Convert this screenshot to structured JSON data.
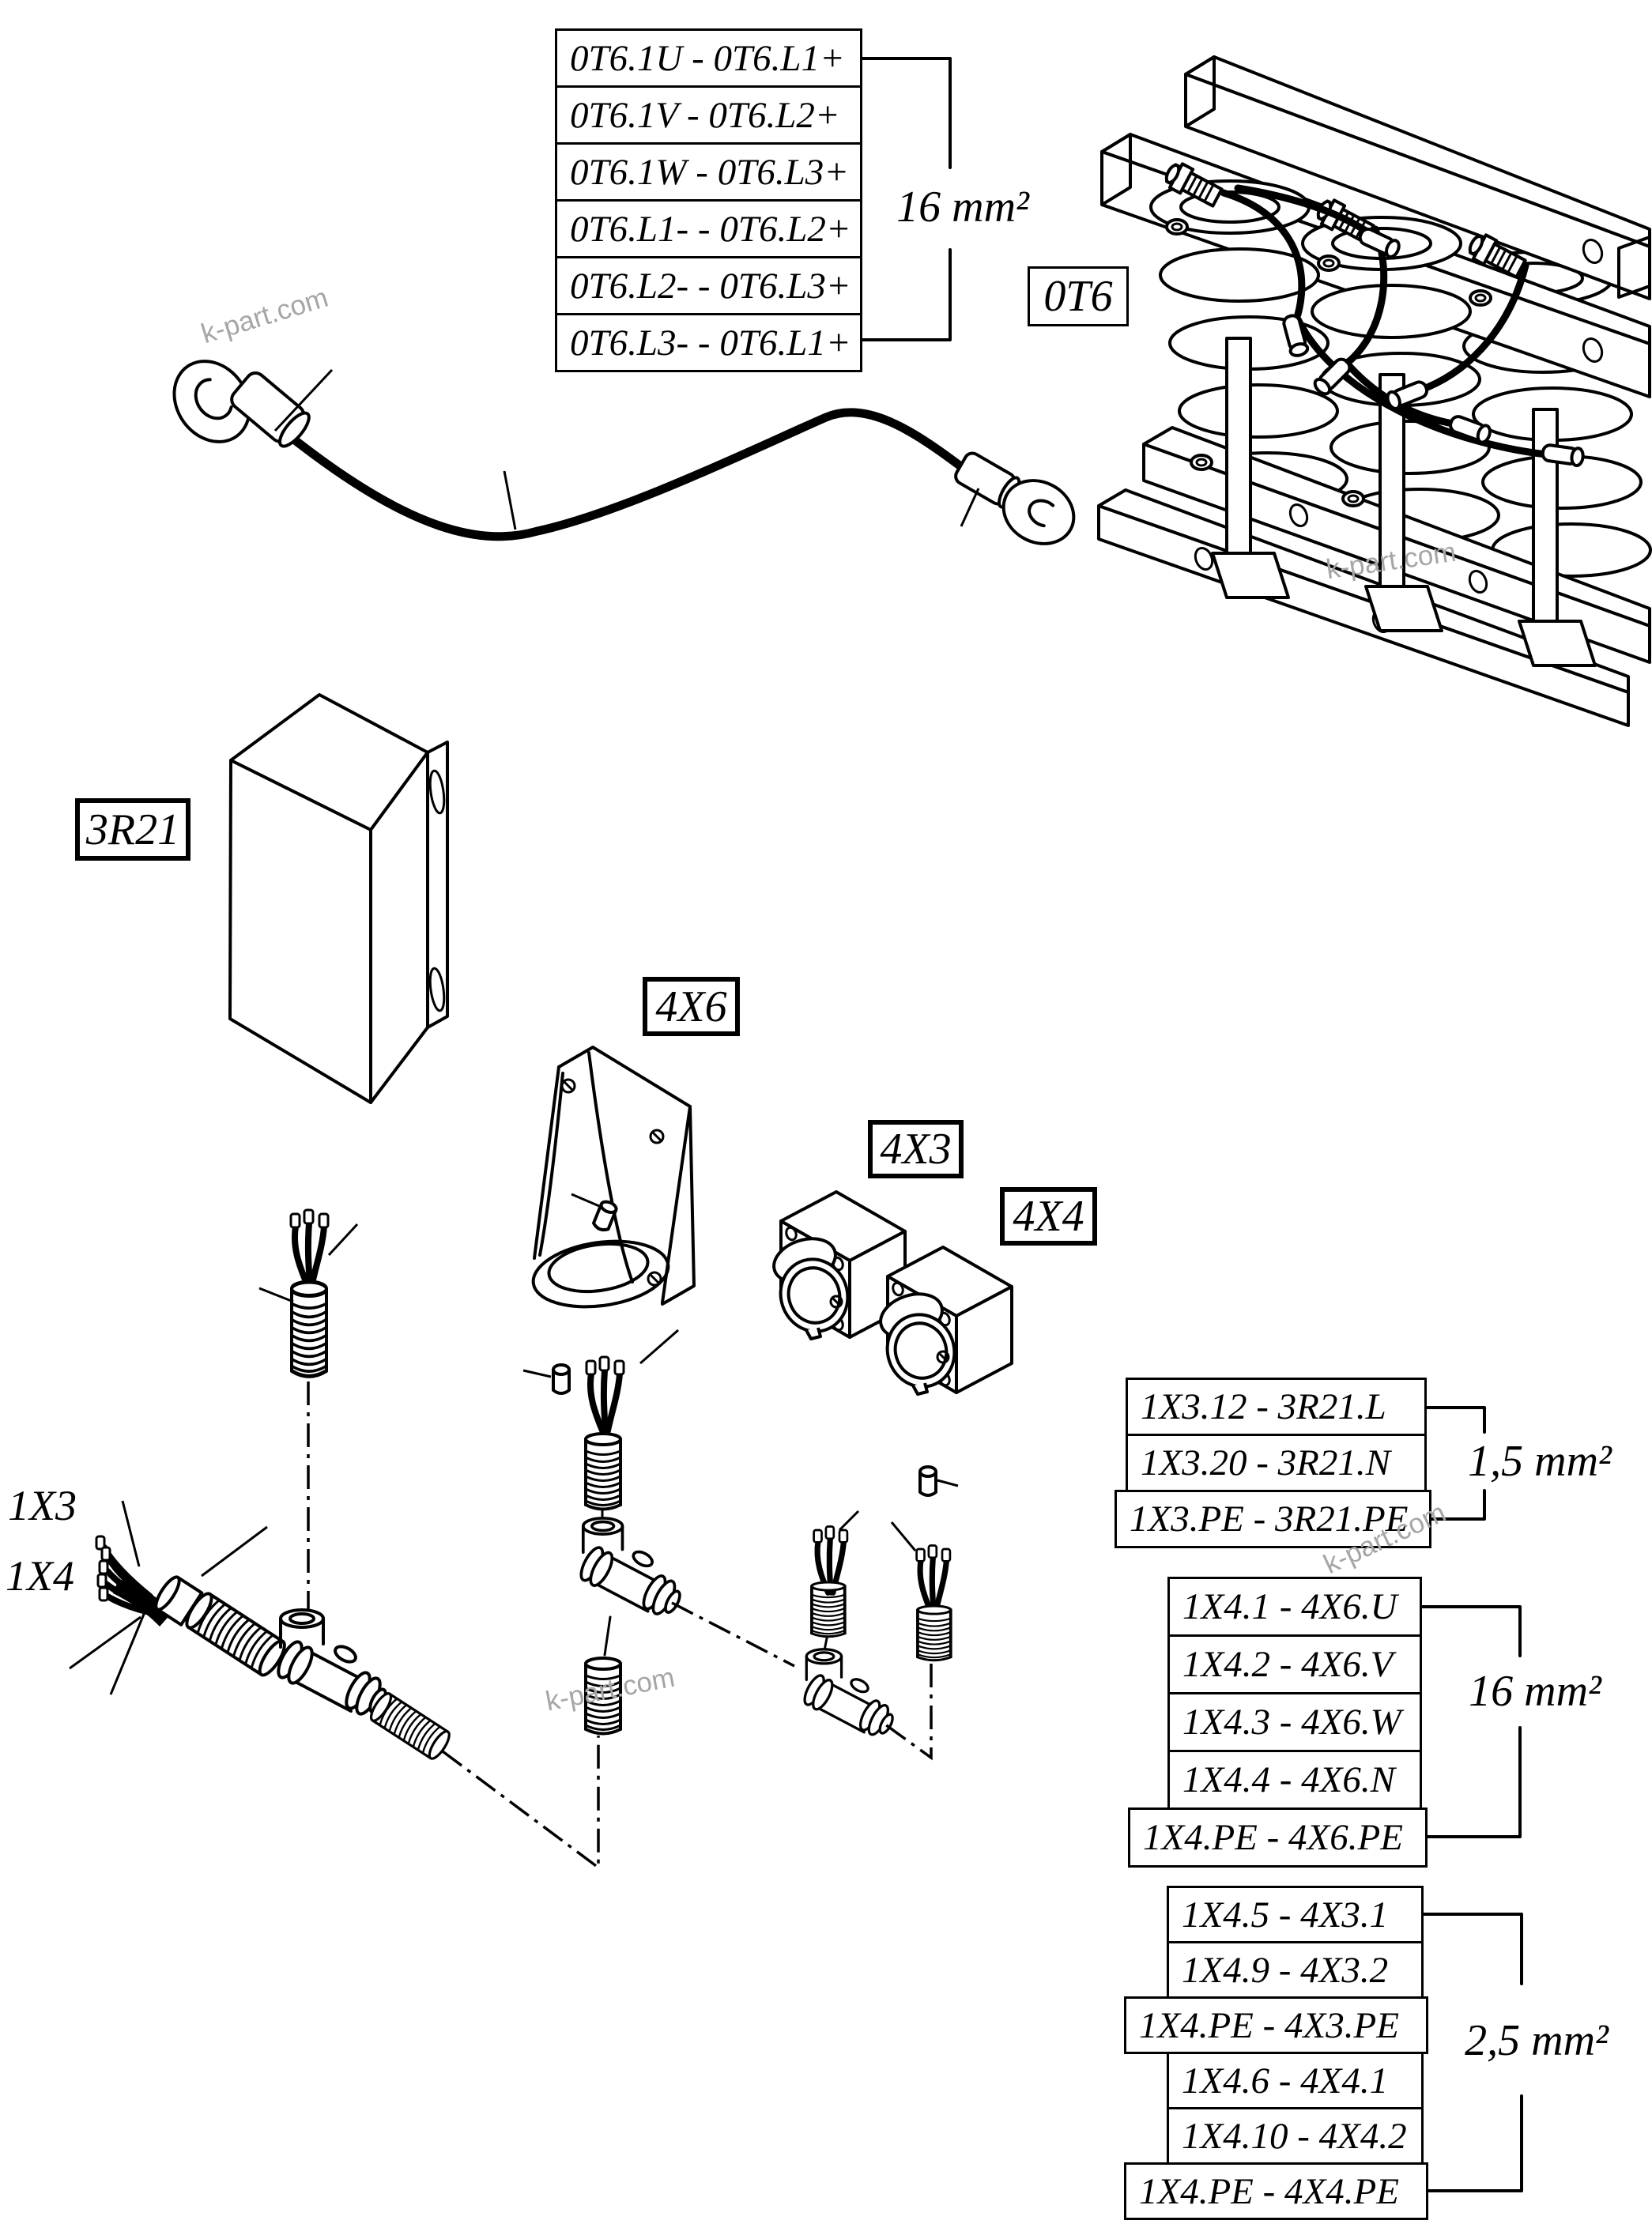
{
  "diagram": {
    "watermark": "k-part.com",
    "component_labels": {
      "ot6": "0T6",
      "r21": "3R21",
      "x6": "4X6",
      "x3": "4X3",
      "x4": "4X4",
      "x13": "1X3",
      "x14": "1X4"
    },
    "wiring_tables": {
      "ot6_links": {
        "rows": [
          "0T6.1U - 0T6.L1+",
          "0T6.1V - 0T6.L2+",
          "0T6.1W - 0T6.L3+",
          "0T6.L1- - 0T6.L2+",
          "0T6.L2- - 0T6.L3+",
          "0T6.L3- - 0T6.L1+"
        ],
        "wire_gauge": "16 mm²"
      },
      "x13_links": {
        "rows": [
          "1X3.12 - 3R21.L",
          "1X3.20 - 3R21.N",
          "1X3.PE - 3R21.PE"
        ],
        "wire_gauge": "1,5 mm²"
      },
      "x14_x6_links": {
        "rows": [
          "1X4.1 - 4X6.U",
          "1X4.2 - 4X6.V",
          "1X4.3 - 4X6.W",
          "1X4.4 - 4X6.N",
          "1X4.PE - 4X6.PE"
        ],
        "wire_gauge": "16 mm²"
      },
      "x14_x34_links": {
        "rows": [
          "1X4.5 - 4X3.1",
          "1X4.9 - 4X3.2",
          "1X4.PE - 4X3.PE",
          "1X4.6 - 4X4.1",
          "1X4.10 - 4X4.2",
          "1X4.PE - 4X4.PE"
        ],
        "wire_gauge": "2,5 mm²"
      }
    }
  }
}
